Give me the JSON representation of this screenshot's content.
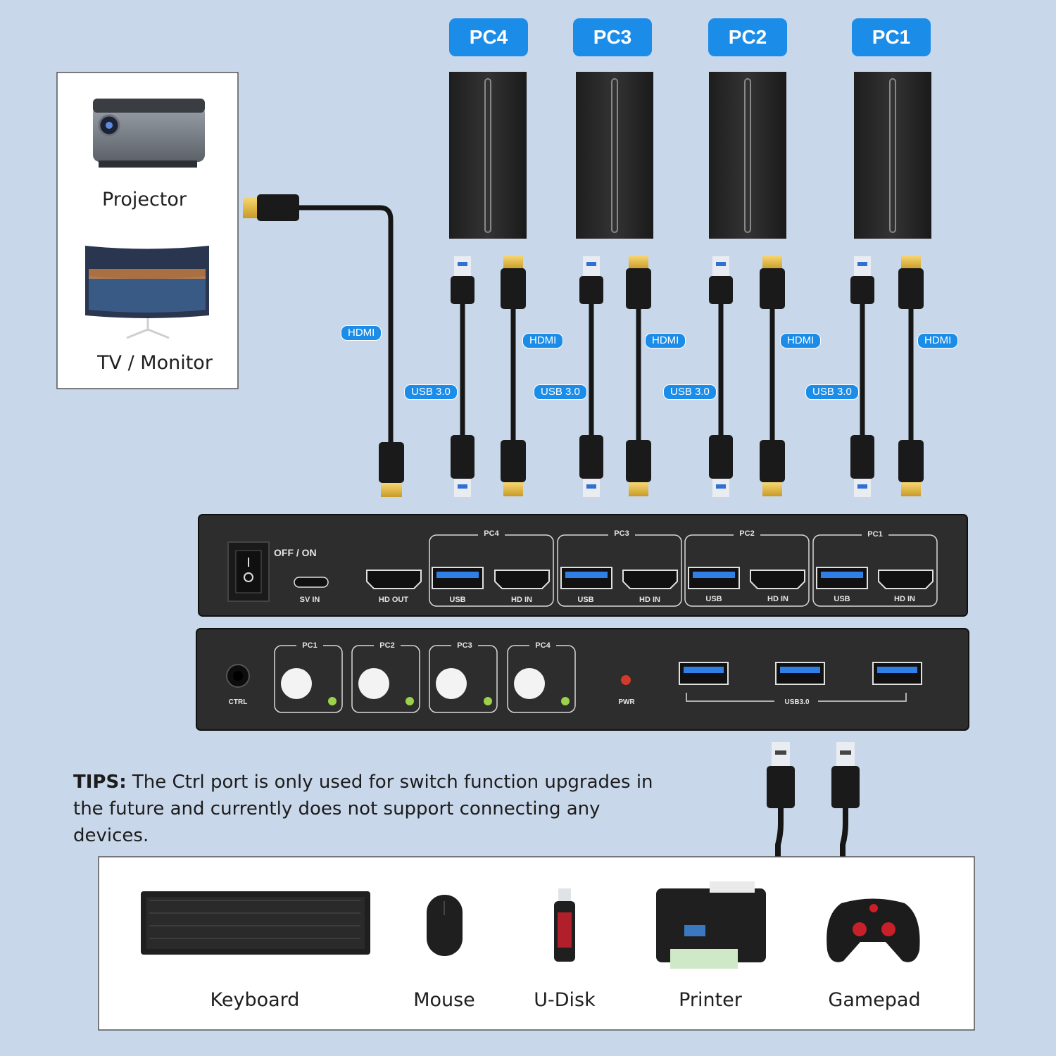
{
  "display_devices": {
    "projector_label": "Projector",
    "monitor_label": "TV / Monitor"
  },
  "computers": [
    {
      "label": "PC4"
    },
    {
      "label": "PC3"
    },
    {
      "label": "PC2"
    },
    {
      "label": "PC1"
    }
  ],
  "cables": {
    "hdmi_label": "HDMI",
    "usb_label": "USB 3.0"
  },
  "rear_panel": {
    "power_switch_label": "OFF / ON",
    "sv_in_label": "SV IN",
    "hd_out_label": "HD OUT",
    "groups": [
      {
        "name": "PC4",
        "usb_label": "USB",
        "hdin_label": "HD IN"
      },
      {
        "name": "PC3",
        "usb_label": "USB",
        "hdin_label": "HD IN"
      },
      {
        "name": "PC2",
        "usb_label": "USB",
        "hdin_label": "HD IN"
      },
      {
        "name": "PC1",
        "usb_label": "USB",
        "hdin_label": "HD IN"
      }
    ]
  },
  "front_panel": {
    "ctrl_label": "CTRL",
    "buttons": [
      "PC1",
      "PC2",
      "PC3",
      "PC4"
    ],
    "pwr_label": "PWR",
    "usb_label": "USB3.0"
  },
  "tips": {
    "heading": "TIPS:",
    "text": " The Ctrl port is only used for switch function upgrades in the future and currently does not support connecting any devices."
  },
  "peripherals": [
    "Keyboard",
    "Mouse",
    "U-Disk",
    "Printer",
    "Gamepad"
  ],
  "colors": {
    "background": "#c9d7ea",
    "accent": "#1b8ce8",
    "device_body": "#2b2b2b"
  }
}
